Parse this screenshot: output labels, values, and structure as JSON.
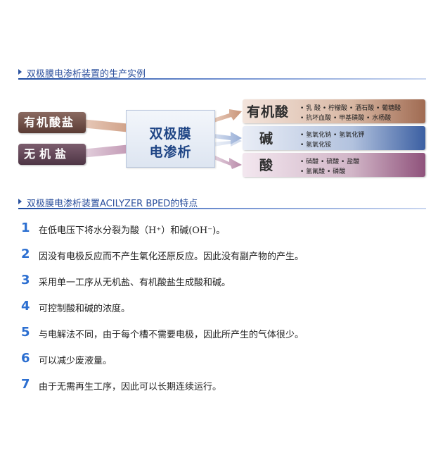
{
  "section1": {
    "title": "双极膜电渗析装置的生产实例"
  },
  "diagram": {
    "inputs": [
      "有机酸盐",
      "无机盐"
    ],
    "center": [
      "双极膜",
      "电渗析"
    ],
    "products": [
      {
        "name": "有机酸",
        "line1": "• 乳  酸  • 柠檬酸 • 酒石酸 • 葡糖酸",
        "line2": "• 抗坏血酸 • 甲基磺酸 • 水杨酸"
      },
      {
        "name": "碱",
        "line1": "• 氢氧化钠 • 氢氧化钾",
        "line2": "• 氢氧化铵"
      },
      {
        "name": "酸",
        "line1": "• 硝酸 • 硫酸 • 盐酸",
        "line2": "• 氢氟酸 • 磷酸"
      }
    ],
    "colors": {
      "arrow": "#cfa188",
      "arrow_blue": "#9fb6dd",
      "accent": "#2b4f9c"
    }
  },
  "section2": {
    "title": "双极膜电渗析装置ACILYZER BPED的特点"
  },
  "features": [
    {
      "num": "1",
      "text": "在低电压下将水分裂为酸（H⁺）和碱(OH⁻)。"
    },
    {
      "num": "2",
      "text": "因没有电极反应而不产生氧化还原反应。因此没有副产物的产生。"
    },
    {
      "num": "3",
      "text": "采用单一工序从无机盐、有机酸盐生成酸和碱。"
    },
    {
      "num": "4",
      "text": "可控制酸和碱的浓度。"
    },
    {
      "num": "5",
      "text": "与电解法不同，由于每个槽不需要电极，因此所产生的气体很少。"
    },
    {
      "num": "6",
      "text": "可以减少废液量。"
    },
    {
      "num": "7",
      "text": "由于无需再生工序，因此可以长期连续运行。"
    }
  ]
}
